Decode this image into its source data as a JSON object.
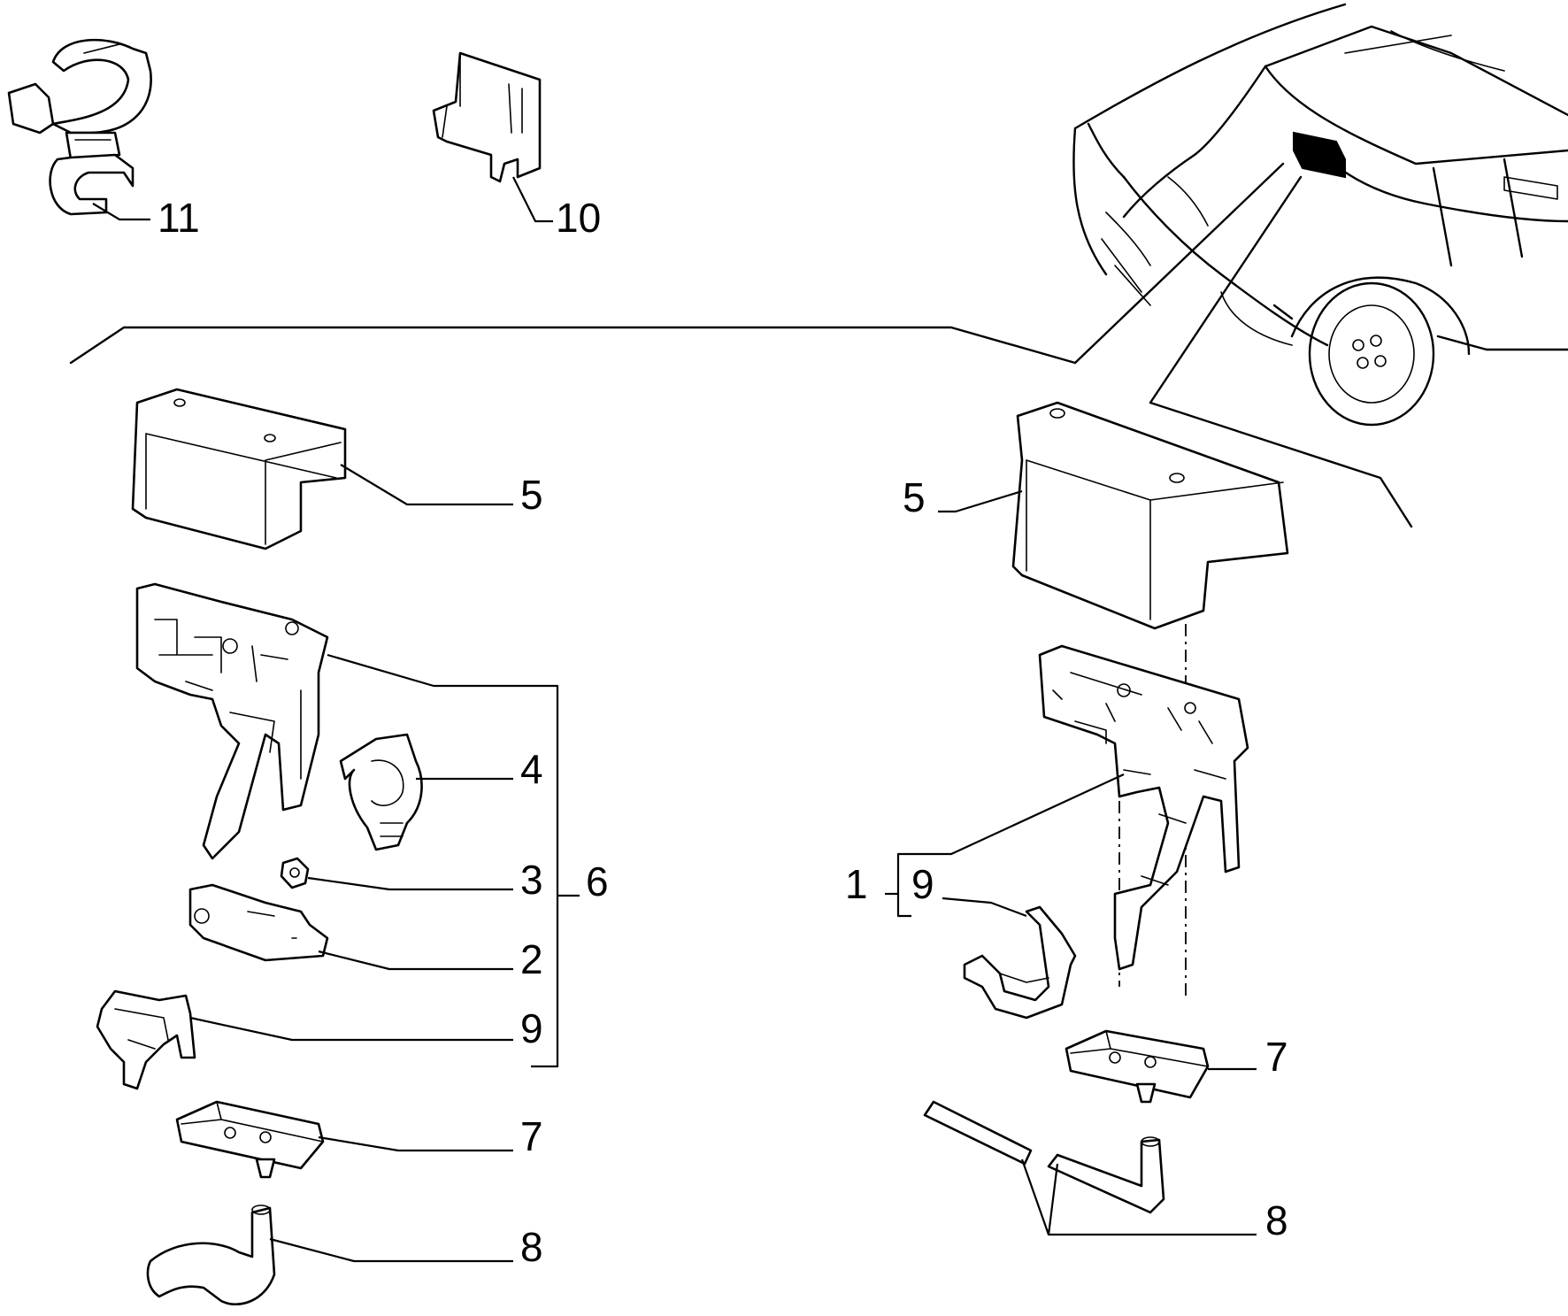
{
  "labels": {
    "left": {
      "p5": "5",
      "p4": "4",
      "p3": "3",
      "p6": "6",
      "p2": "2",
      "p9": "9",
      "p7": "7",
      "p8": "8"
    },
    "right": {
      "p5": "5",
      "p1": "1",
      "p9": "9",
      "p7": "7",
      "p8": "8"
    },
    "top": {
      "p11": "11",
      "p10": "10"
    }
  }
}
